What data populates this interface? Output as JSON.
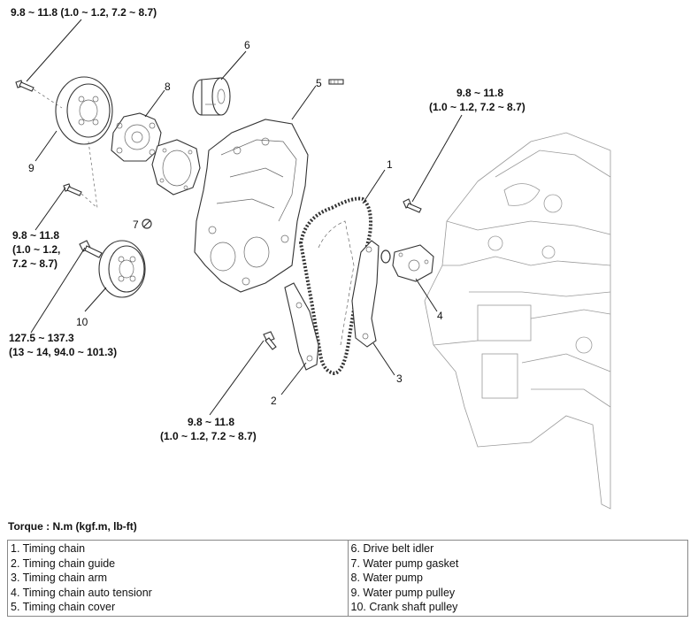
{
  "torque_labels": {
    "top_left": [
      "9.8 ~ 11.8 (1.0 ~ 1.2, 7.2 ~ 8.7)"
    ],
    "left_mid": [
      "9.8 ~ 11.8",
      "(1.0 ~ 1.2,",
      "7.2 ~ 8.7)"
    ],
    "crank": [
      "127.5 ~ 137.3",
      "(13 ~ 14, 94.0 ~ 101.3)"
    ],
    "bottom_center": [
      "9.8 ~ 11.8",
      "(1.0 ~ 1.2, 7.2 ~ 8.7)"
    ],
    "right": [
      "9.8 ~ 11.8",
      "(1.0 ~ 1.2, 7.2 ~ 8.7)"
    ]
  },
  "callouts": [
    "1",
    "2",
    "3",
    "4",
    "5",
    "6",
    "7",
    "8",
    "9",
    "10"
  ],
  "torque_heading": "Torque : N.m (kgf.m, lb-ft)",
  "legend": {
    "left": [
      "1. Timing chain",
      "2. Timing chain guide",
      "3. Timing chain arm",
      "4. Timing chain auto tensionr",
      "5. Timing chain cover"
    ],
    "right": [
      "6. Drive belt idler",
      "7. Water pump gasket",
      "8. Water pump",
      "9. Water pump pulley",
      "10. Crank shaft pulley"
    ]
  }
}
